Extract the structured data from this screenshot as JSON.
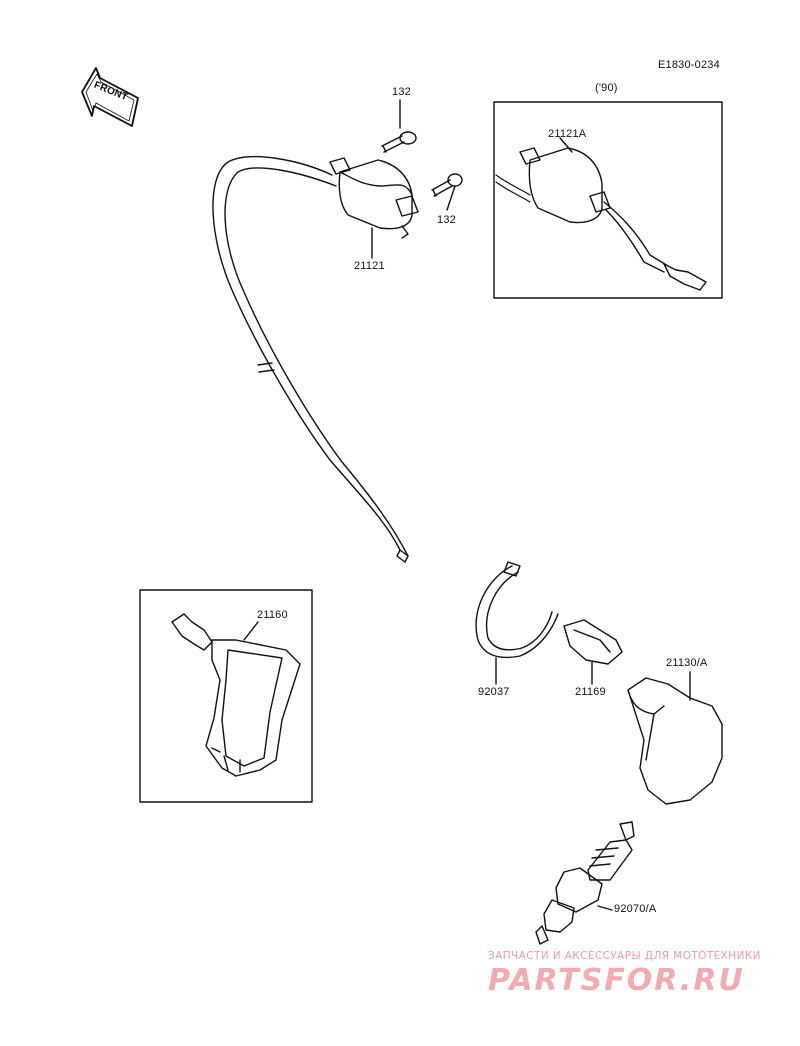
{
  "diagram_code": "E1830-0234",
  "front_label": "FRONT",
  "variant_label": "('90)",
  "parts": {
    "bolt_upper": "132",
    "bolt_lower": "132",
    "coil": "21121",
    "coil_alt": "21121A",
    "cap_boxed": "21160",
    "clamp": "92037",
    "clip": "21169",
    "cap": "21130/A",
    "plug": "92070/A"
  },
  "watermark": {
    "tagline": "ЗАПЧАСТИ И АКСЕССУАРЫ ДЛЯ МОТОТЕХНИКИ",
    "brand": "PARTSFOR.RU"
  }
}
